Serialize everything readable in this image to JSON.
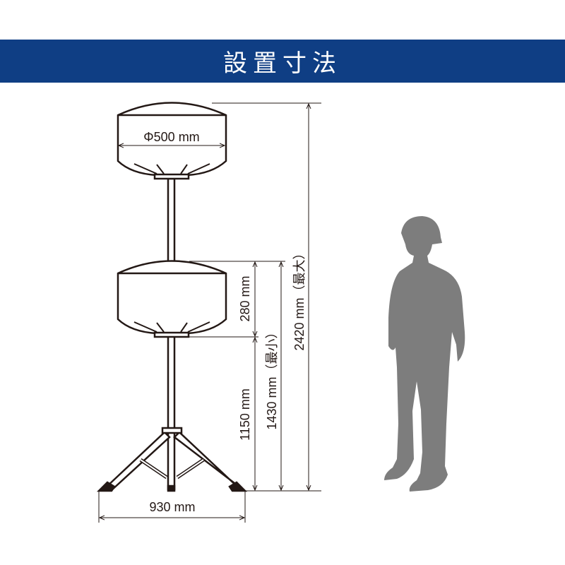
{
  "header": {
    "title": "設置寸法"
  },
  "dimensions": {
    "diameter": "Φ500 mm",
    "lantern_height": "280 mm",
    "lower_height": "1150 mm",
    "min_height": "1430 mm（最小）",
    "max_height": "2420 mm（最大）",
    "base_width": "930 mm"
  },
  "colors": {
    "header_bg": "#0f3e84",
    "line": "#231815",
    "person": "#7d7d7d"
  }
}
